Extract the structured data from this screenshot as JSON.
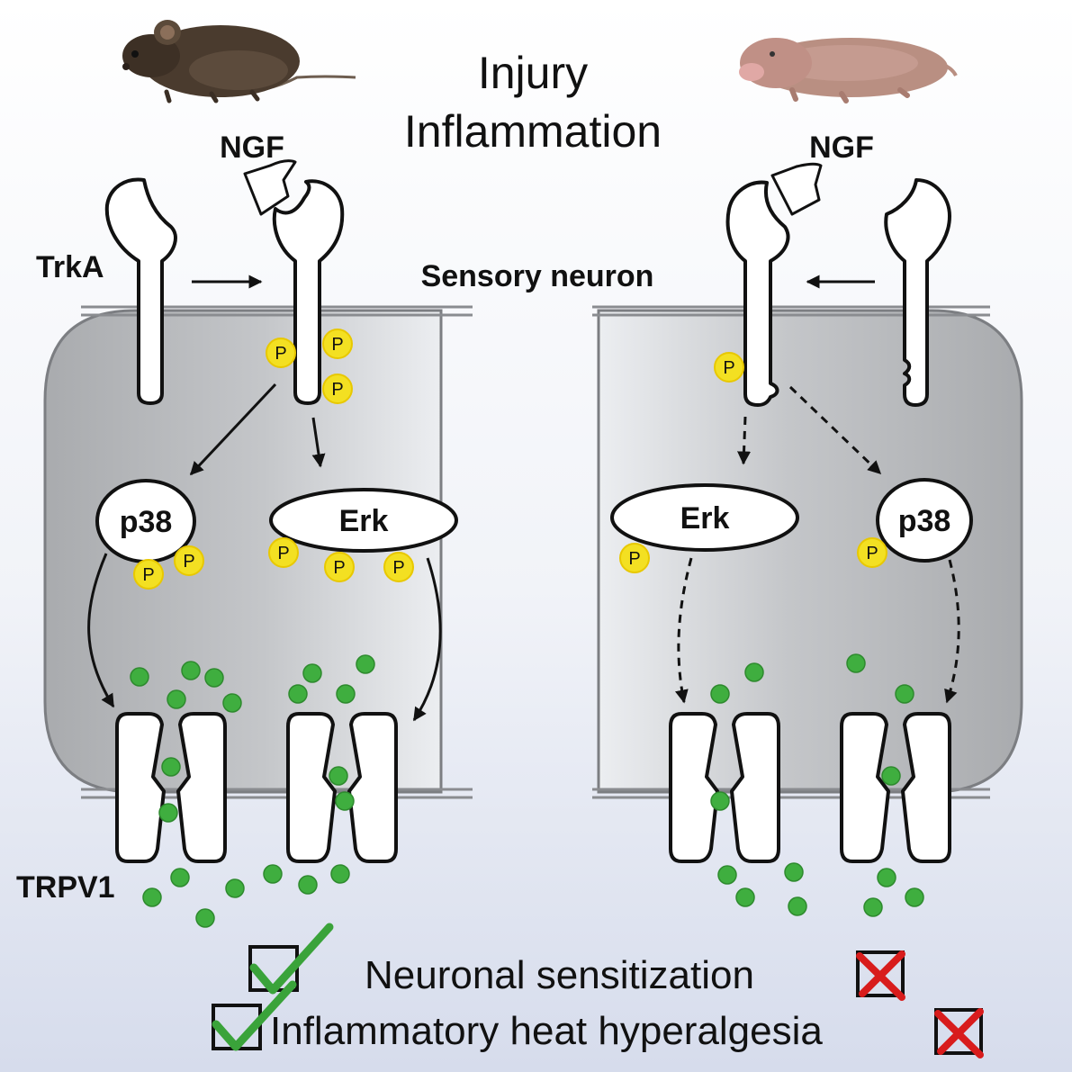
{
  "title": {
    "line1": "Injury",
    "line2": "Inflammation"
  },
  "labels": {
    "ngf_left": "NGF",
    "ngf_right": "NGF",
    "trka": "TrkA",
    "sensory_neuron": "Sensory neuron",
    "trpv1": "TRPV1"
  },
  "left_pathway": {
    "p38": "p38",
    "erk": "Erk"
  },
  "right_pathway": {
    "erk": "Erk",
    "p38": "p38"
  },
  "phospho_label": "P",
  "outcomes": [
    {
      "text": "Neuronal sensitization",
      "mouse": "check",
      "mole_rat": "cross"
    },
    {
      "text": "Inflammatory heat hyperalgesia",
      "mouse": "check",
      "mole_rat": "cross"
    }
  ],
  "colors": {
    "phospho": "#f3e022",
    "vesicle": "#3fae3f",
    "check": "#3aa33a",
    "cross": "#d81c1c",
    "cell_fill": "#b9bcc0"
  }
}
